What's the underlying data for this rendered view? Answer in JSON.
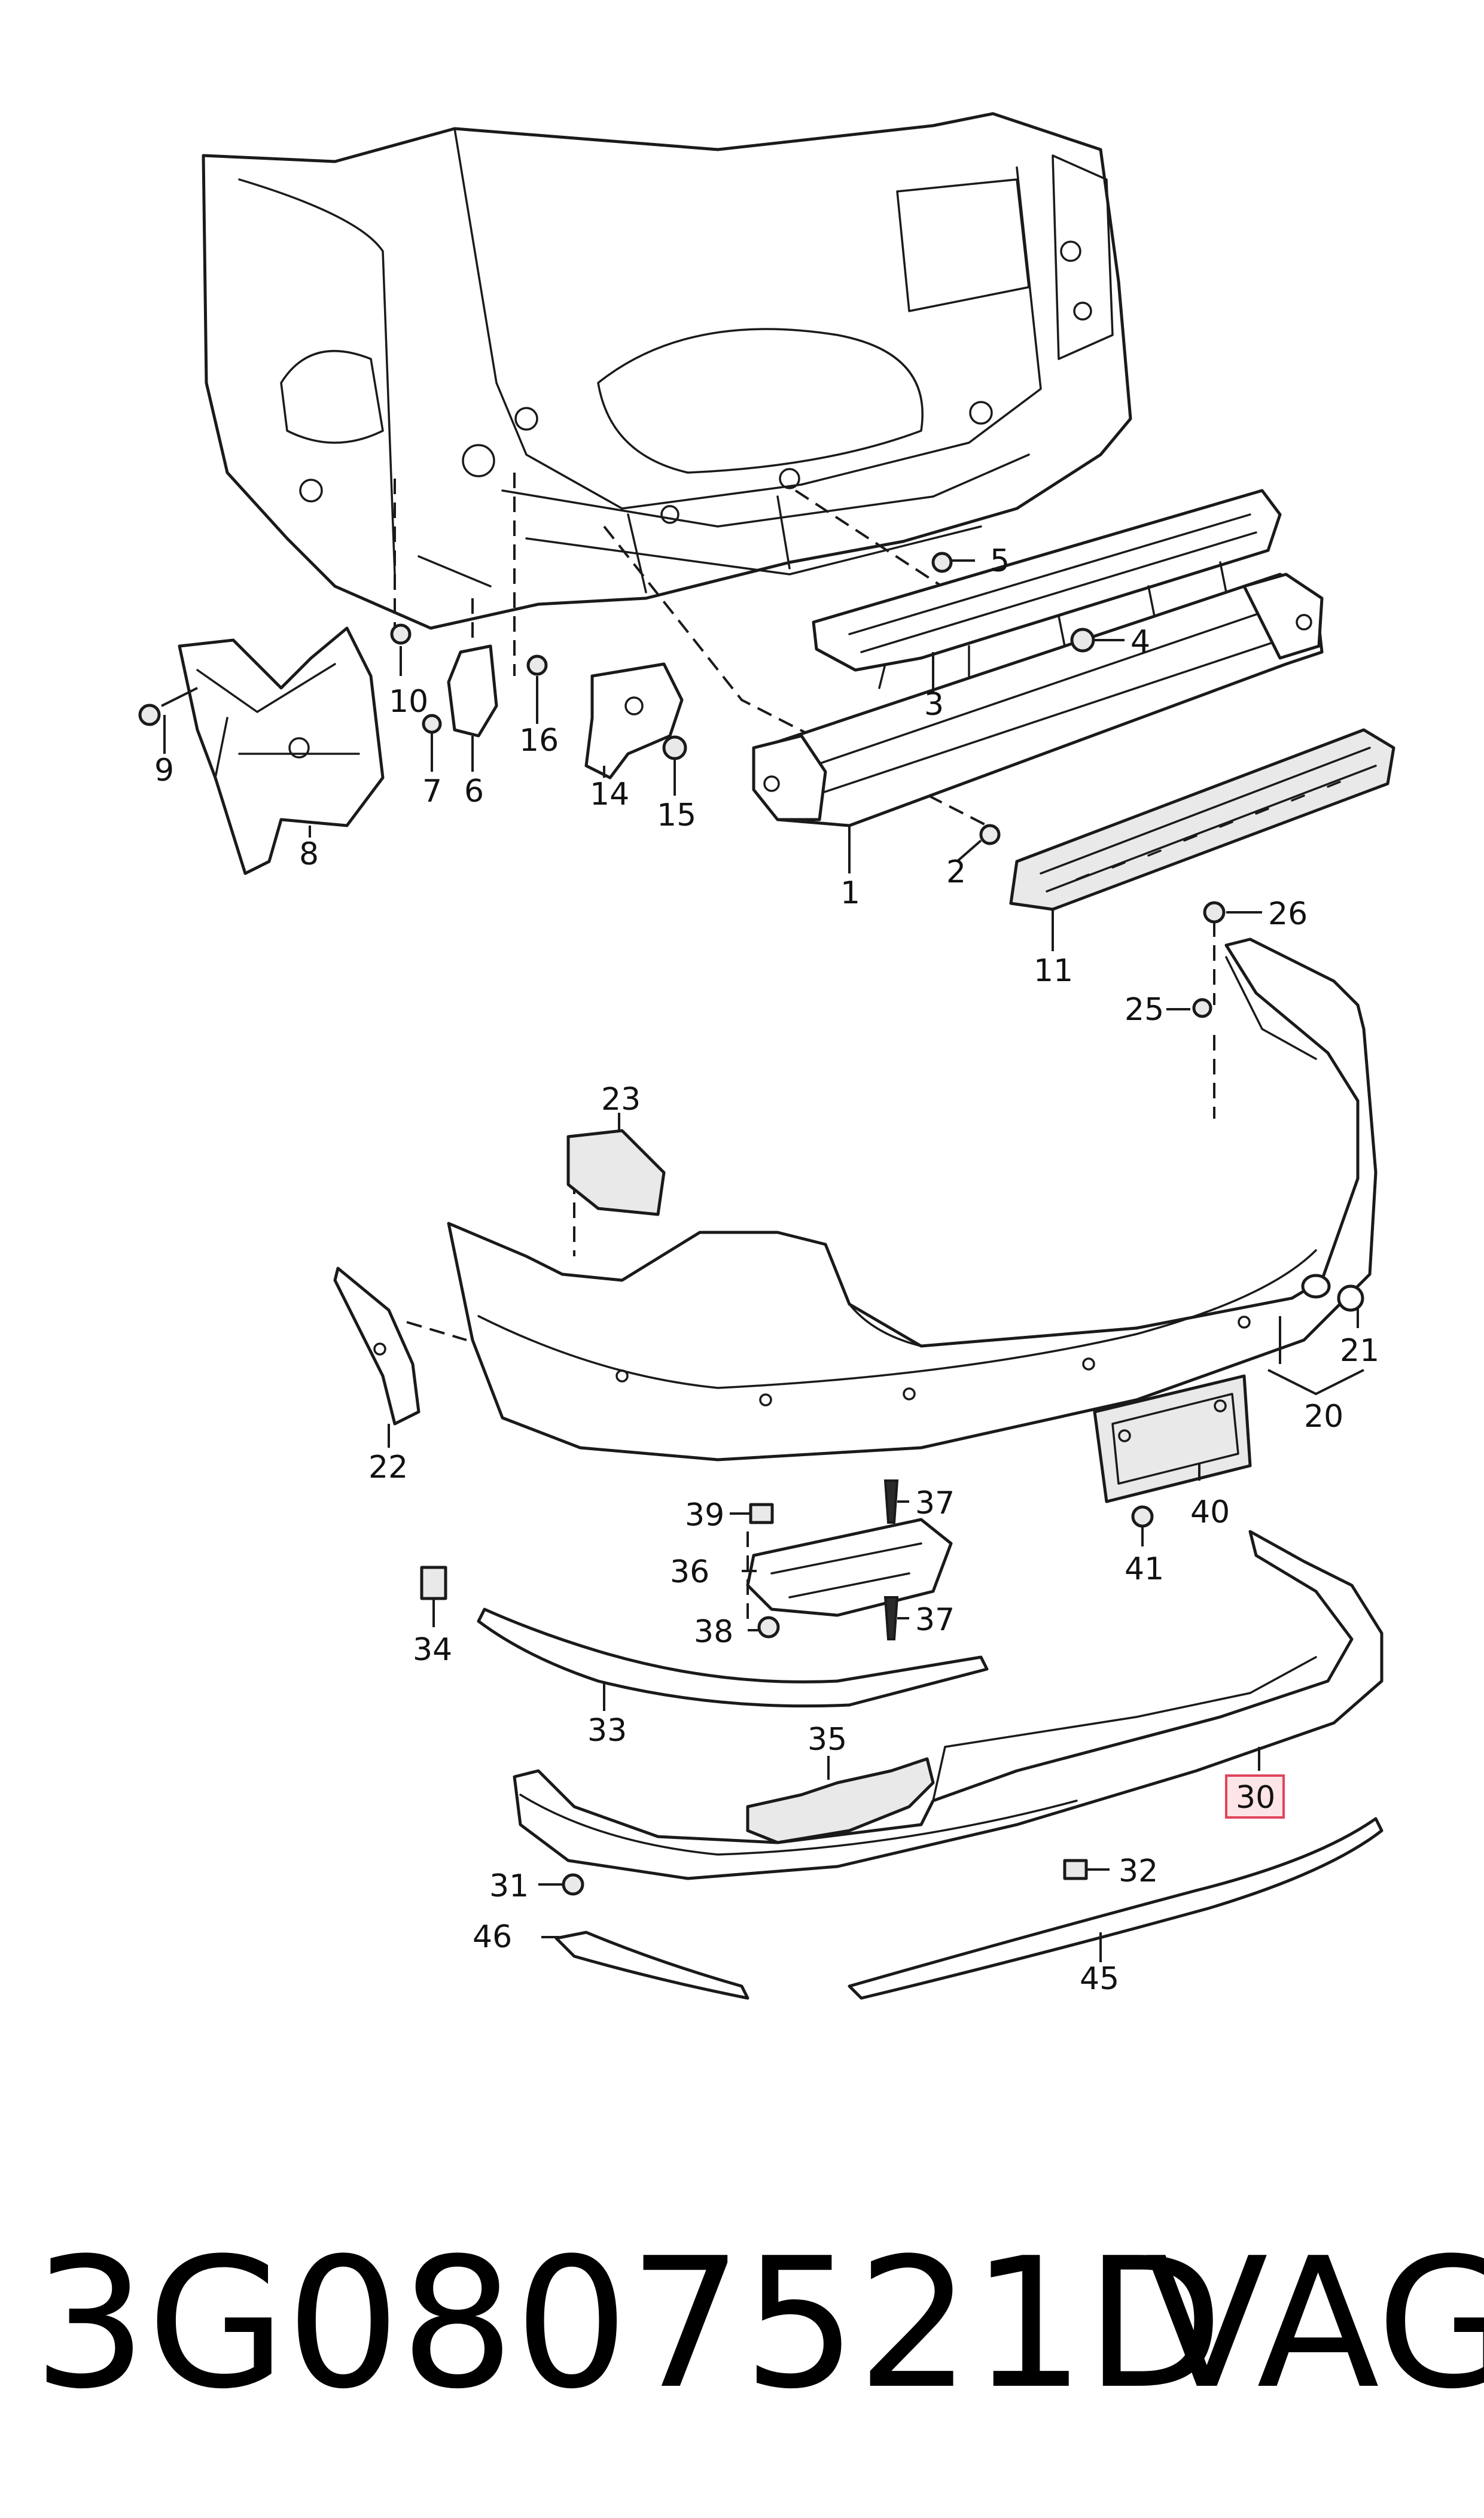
{
  "diagram": {
    "highlight_color": "#e0455b",
    "highlighted_callout": "30",
    "callouts": [
      "1",
      "2",
      "3",
      "4",
      "5",
      "6",
      "7",
      "8",
      "9",
      "10",
      "11",
      "14",
      "15",
      "16",
      "20",
      "21",
      "22",
      "23",
      "25",
      "26",
      "30",
      "31",
      "32",
      "33",
      "34",
      "35",
      "36",
      "37",
      "37",
      "38",
      "39",
      "40",
      "41",
      "45",
      "46"
    ]
  },
  "caption": {
    "part_number": "3G0807521D",
    "brand": "VAG"
  }
}
